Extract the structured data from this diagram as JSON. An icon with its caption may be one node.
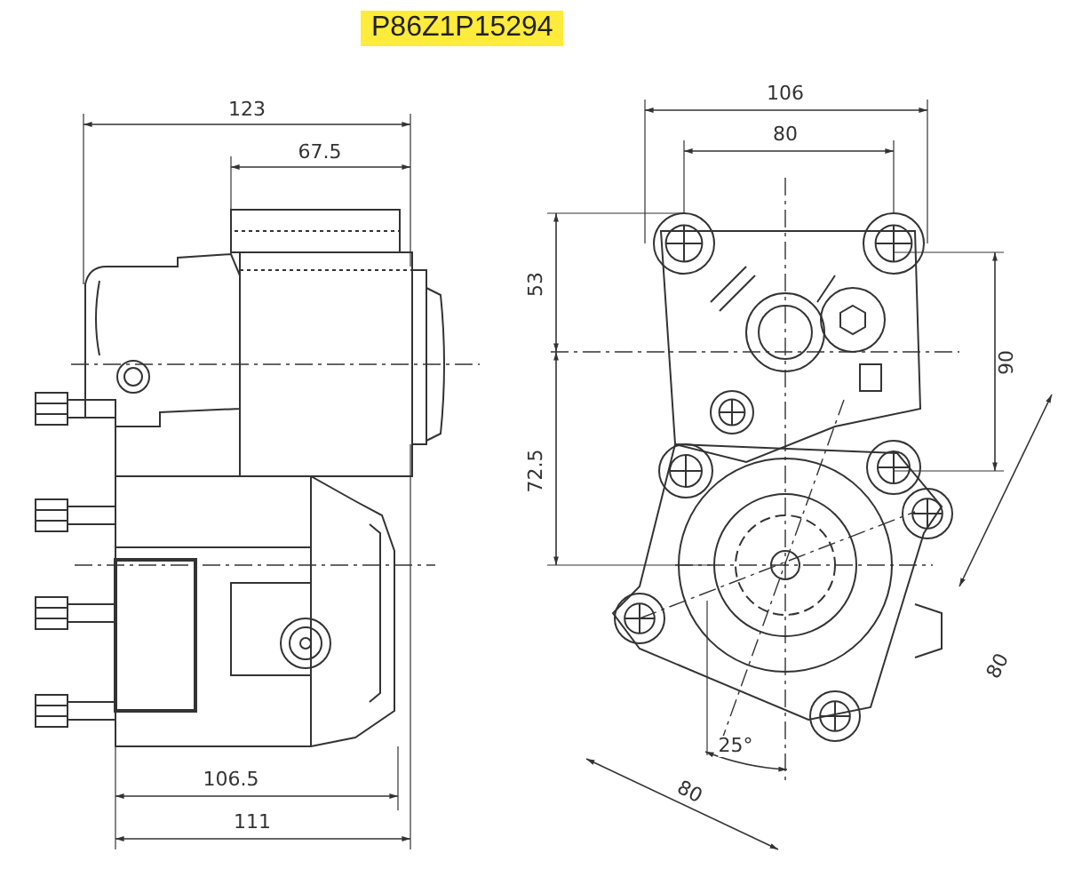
{
  "diagram": {
    "title": "P86Z1P15294",
    "labels": [
      "123",
      "67.5",
      "106.5",
      "111",
      "106",
      "80",
      "53",
      "72.5",
      "90",
      "25°",
      "80",
      "80"
    ]
  }
}
